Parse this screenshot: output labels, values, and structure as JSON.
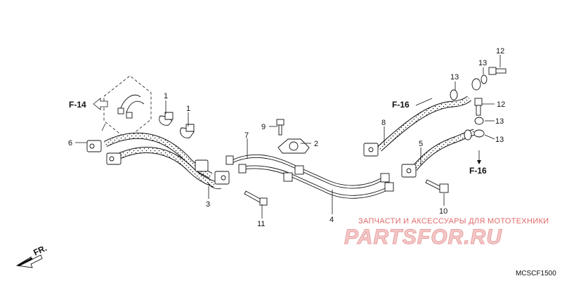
{
  "diagram": {
    "code": "MCSCF1500",
    "front_label": "FR.",
    "refs": [
      {
        "id": "f14",
        "label": "F-14"
      },
      {
        "id": "f16a",
        "label": "F-16"
      },
      {
        "id": "f16b",
        "label": "F-16"
      }
    ],
    "callouts": [
      {
        "id": "c1a",
        "label": "1"
      },
      {
        "id": "c1b",
        "label": "1"
      },
      {
        "id": "c2",
        "label": "2"
      },
      {
        "id": "c3",
        "label": "3"
      },
      {
        "id": "c4",
        "label": "4"
      },
      {
        "id": "c5",
        "label": "5"
      },
      {
        "id": "c6",
        "label": "6"
      },
      {
        "id": "c7",
        "label": "7"
      },
      {
        "id": "c8",
        "label": "8"
      },
      {
        "id": "c9",
        "label": "9"
      },
      {
        "id": "c10",
        "label": "10"
      },
      {
        "id": "c11",
        "label": "11"
      },
      {
        "id": "c12a",
        "label": "12"
      },
      {
        "id": "c12b",
        "label": "12"
      },
      {
        "id": "c13a",
        "label": "13"
      },
      {
        "id": "c13b",
        "label": "13"
      },
      {
        "id": "c13c",
        "label": "13"
      },
      {
        "id": "c13d",
        "label": "13"
      }
    ]
  },
  "watermark": {
    "tagline": "ЗАПЧАСТИ И АКСЕССУАРЫ ДЛЯ МОТОТЕХНИКИ",
    "brand": "PARTSFOR.RU"
  }
}
